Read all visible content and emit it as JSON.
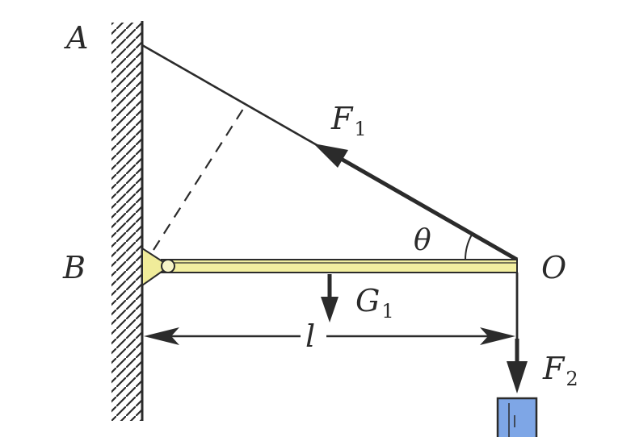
{
  "labels": {
    "point_a": "A",
    "point_b": "B",
    "point_o": "O",
    "angle": "θ",
    "length": "l",
    "force_1": "F",
    "force_1_sub": "1",
    "force_2": "F",
    "force_2_sub": "2",
    "weight": "G",
    "weight_sub": "1"
  },
  "colors": {
    "line": "#2b2b2b",
    "beam": "#f3efa0",
    "hinge": "#f0ec9a",
    "weight_box": "#7ea6e6"
  }
}
